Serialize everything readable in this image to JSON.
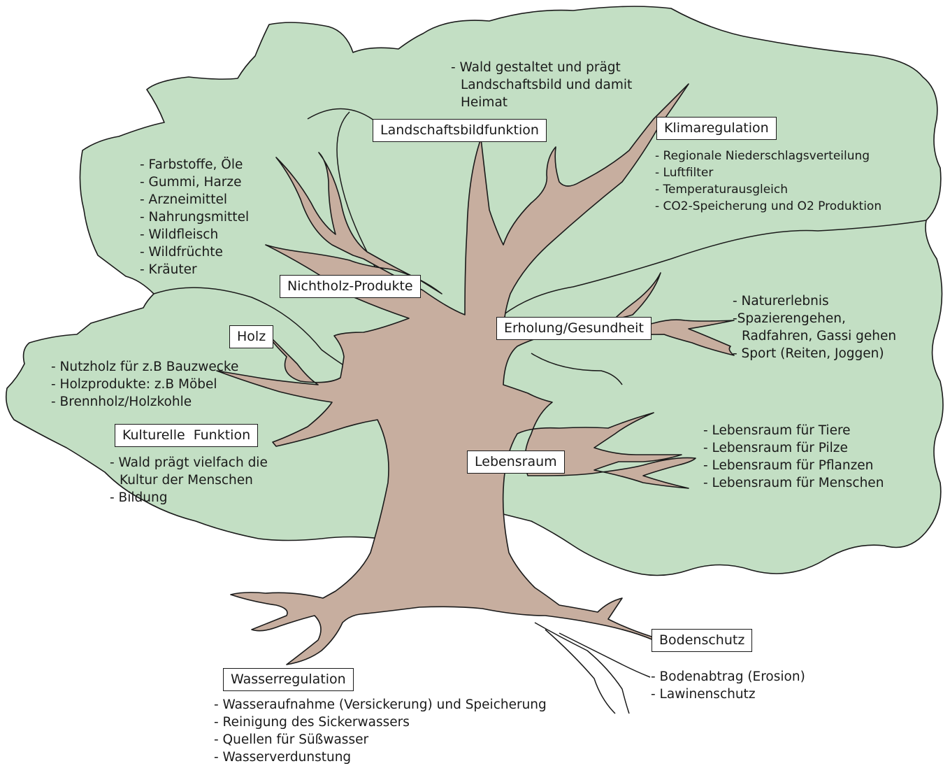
{
  "colors": {
    "canopy": "#c3dfc4",
    "trunk": "#c7ae9f",
    "outline": "#1a1a1a"
  },
  "nodes": {
    "landschaft": {
      "title": "Landschaftsbildfunktion",
      "items": [
        "- Wald gestaltet und prägt",
        "Landschaftsbild und damit",
        "Heimat"
      ]
    },
    "klima": {
      "title": "Klimaregulation",
      "items": [
        "- Regionale Niederschlagsverteilung",
        "- Luftfilter",
        "- Temperaturausgleich",
        "- CO2-Speicherung und O2 Produktion"
      ]
    },
    "nichtholz": {
      "title": "Nichtholz-Produkte",
      "items": [
        "- Farbstoffe, Öle",
        "- Gummi, Harze",
        "- Arzneimittel",
        "- Nahrungsmittel",
        "- Wildfleisch",
        "- Wildfrüchte",
        "- Kräuter"
      ]
    },
    "erholung": {
      "title": "Erholung/Gesundheit",
      "items": [
        "- Naturerlebnis",
        "-Spazierengehen,",
        "Radfahren, Gassi gehen",
        "- Sport (Reiten, Joggen)"
      ]
    },
    "holz": {
      "title": "Holz",
      "items": [
        "- Nutzholz für z.B Bauzwecke",
        "- Holzprodukte: z.B Möbel",
        "- Brennholz/Holzkohle"
      ]
    },
    "kultur": {
      "title": "Kulturelle  Funktion",
      "items": [
        "- Wald prägt vielfach die",
        "Kultur der Menschen",
        "- Bildung"
      ]
    },
    "lebensraum": {
      "title": "Lebensraum",
      "items": [
        "- Lebensraum für Tiere",
        "- Lebensraum für Pilze",
        "- Lebensraum für Pflanzen",
        "- Lebensraum für Menschen"
      ]
    },
    "boden": {
      "title": "Bodenschutz",
      "items": [
        "- Bodenabtrag (Erosion)",
        "- Lawinenschutz"
      ]
    },
    "wasser": {
      "title": "Wasserregulation",
      "items": [
        "- Wasseraufnahme (Versickerung) und Speicherung",
        "- Reinigung des Sickerwassers",
        "- Quellen für Süßwasser",
        "- Wasserverdunstung"
      ]
    }
  }
}
